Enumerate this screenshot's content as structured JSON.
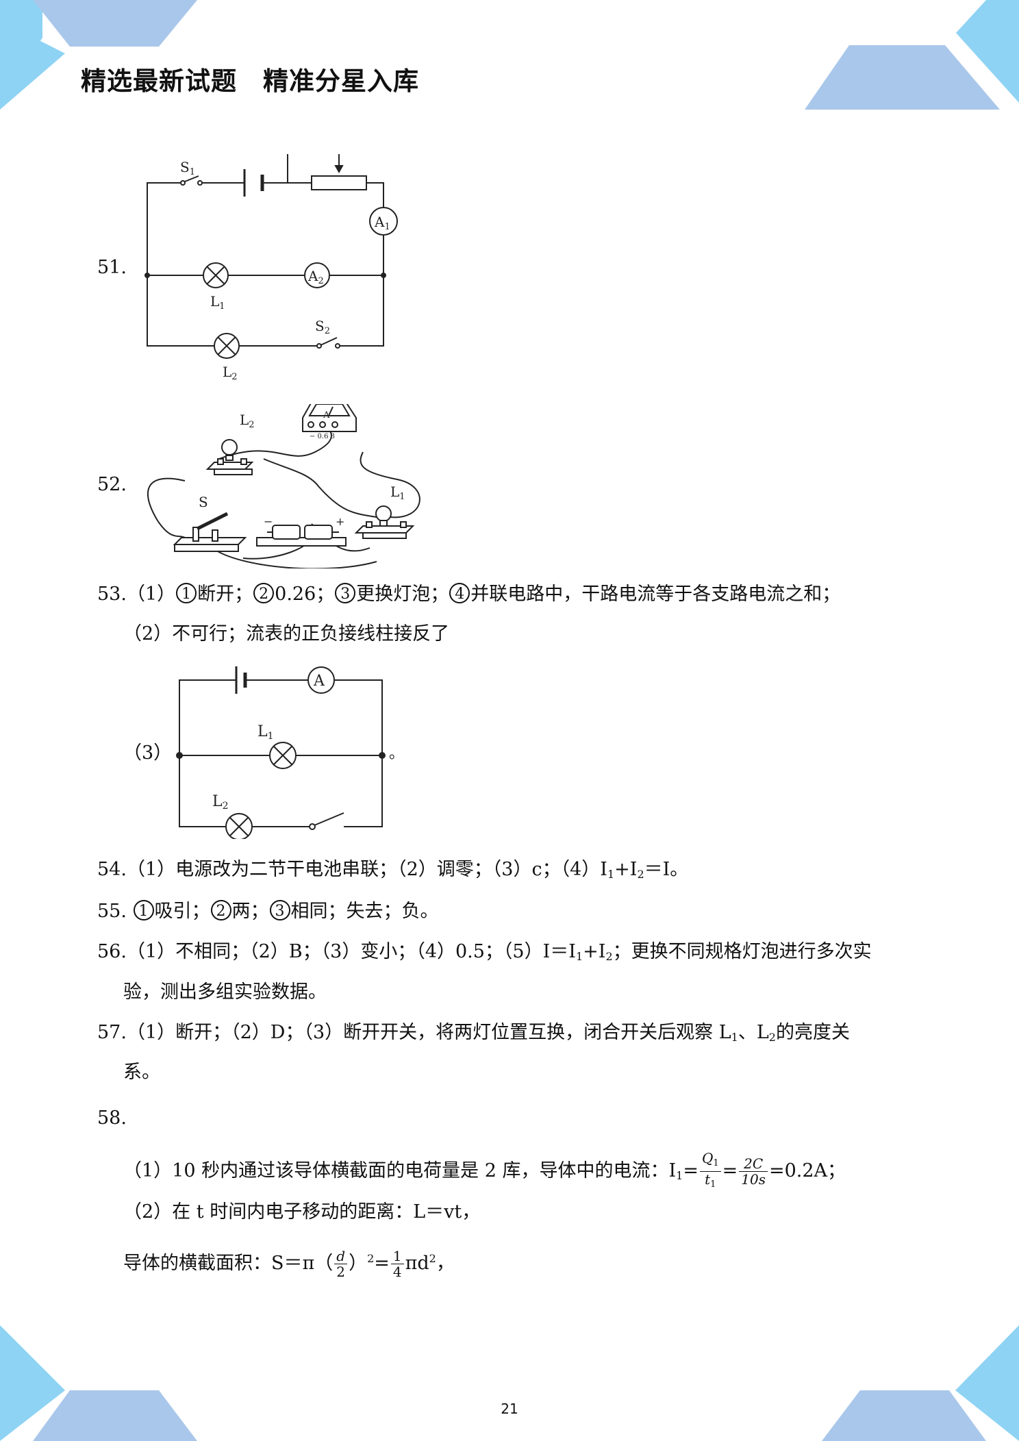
{
  "header": {
    "title_left": "精选最新试题",
    "title_right": "精准分星入库"
  },
  "q51": {
    "number": "51.",
    "diagram": {
      "s1": "S1",
      "s2": "S2",
      "a1": "A1",
      "a2": "A2",
      "l1": "L1",
      "l2": "L2"
    }
  },
  "q52": {
    "number": "52.",
    "diagram": {
      "l2": "L2",
      "l1": "L1",
      "s": "S",
      "meter": "A",
      "minus": "−",
      "plus": "+",
      "terminals": "− 0.6 3"
    }
  },
  "q53": {
    "number": "53.",
    "line1": {
      "part": "（1）",
      "c1": "1",
      "t1": "断开；",
      "c2": "2",
      "t2": "0.26；",
      "c3": "3",
      "t3": "更换灯泡；",
      "c4": "4",
      "t4": "并联电路中，干路电流等于各支路电流之和；"
    },
    "line2": "（2）不可行；流表的正负接线柱接反了",
    "part3": "（3）",
    "part3_end": "。",
    "diagram": {
      "a": "A",
      "l1": "L1",
      "l2": "L2"
    }
  },
  "q54": {
    "text_a": "54.（1）电源改为二节干电池串联；（2）调零；（3）c；（4）I",
    "s1": "1",
    "text_b": "+I",
    "s2": "2",
    "text_c": "＝I。"
  },
  "q55": {
    "number": "55.",
    "c1": "1",
    "t1": "吸引；",
    "c2": "2",
    "t2": "两；",
    "c3": "3",
    "t3": "相同；失去；负。"
  },
  "q56": {
    "text_a": "56.（1）不相同；（2）B；（3）变小；（4）0.5；（5）I＝I",
    "s1": "1",
    "text_b": "+I",
    "s2": "2",
    "text_c": "；更换不同规格灯泡进行多次实",
    "line2": "验，测出多组实验数据。"
  },
  "q57": {
    "text_a": "57.（1）断开；（2）D；（3）断开开关，将两灯位置互换，闭合开关后观察 L",
    "s1": "1",
    "text_b": "、L",
    "s2": "2",
    "text_c": "的亮度关",
    "line2": "系。"
  },
  "q58": {
    "number": "58.",
    "p1_text": "（1）10 秒内通过该导体横截面的电荷量是 2 库，导体中的电流：I",
    "p1_sub": "1",
    "p1_eq": "=",
    "f1_num": "Q1",
    "f1_den": "t1",
    "f2_num": "2C",
    "f2_den": "10s",
    "p1_result": "=0.2A；",
    "p2": "（2）在 t 时间内电子移动的距离：L＝vt，",
    "p3_text": "导体的横截面积：S＝π（",
    "f3_num": "d",
    "f3_den": "2",
    "p3_mid": "）",
    "p3_sup": "2",
    "p3_eq": "=",
    "f4_num": "1",
    "f4_den": "4",
    "p3_end": "πd",
    "p3_sup2": "2",
    "p3_comma": "，"
  },
  "footer": {
    "page_number": "21"
  },
  "colors": {
    "deco_light": "#8fd3f4",
    "deco_mid": "#a9c7ea"
  }
}
